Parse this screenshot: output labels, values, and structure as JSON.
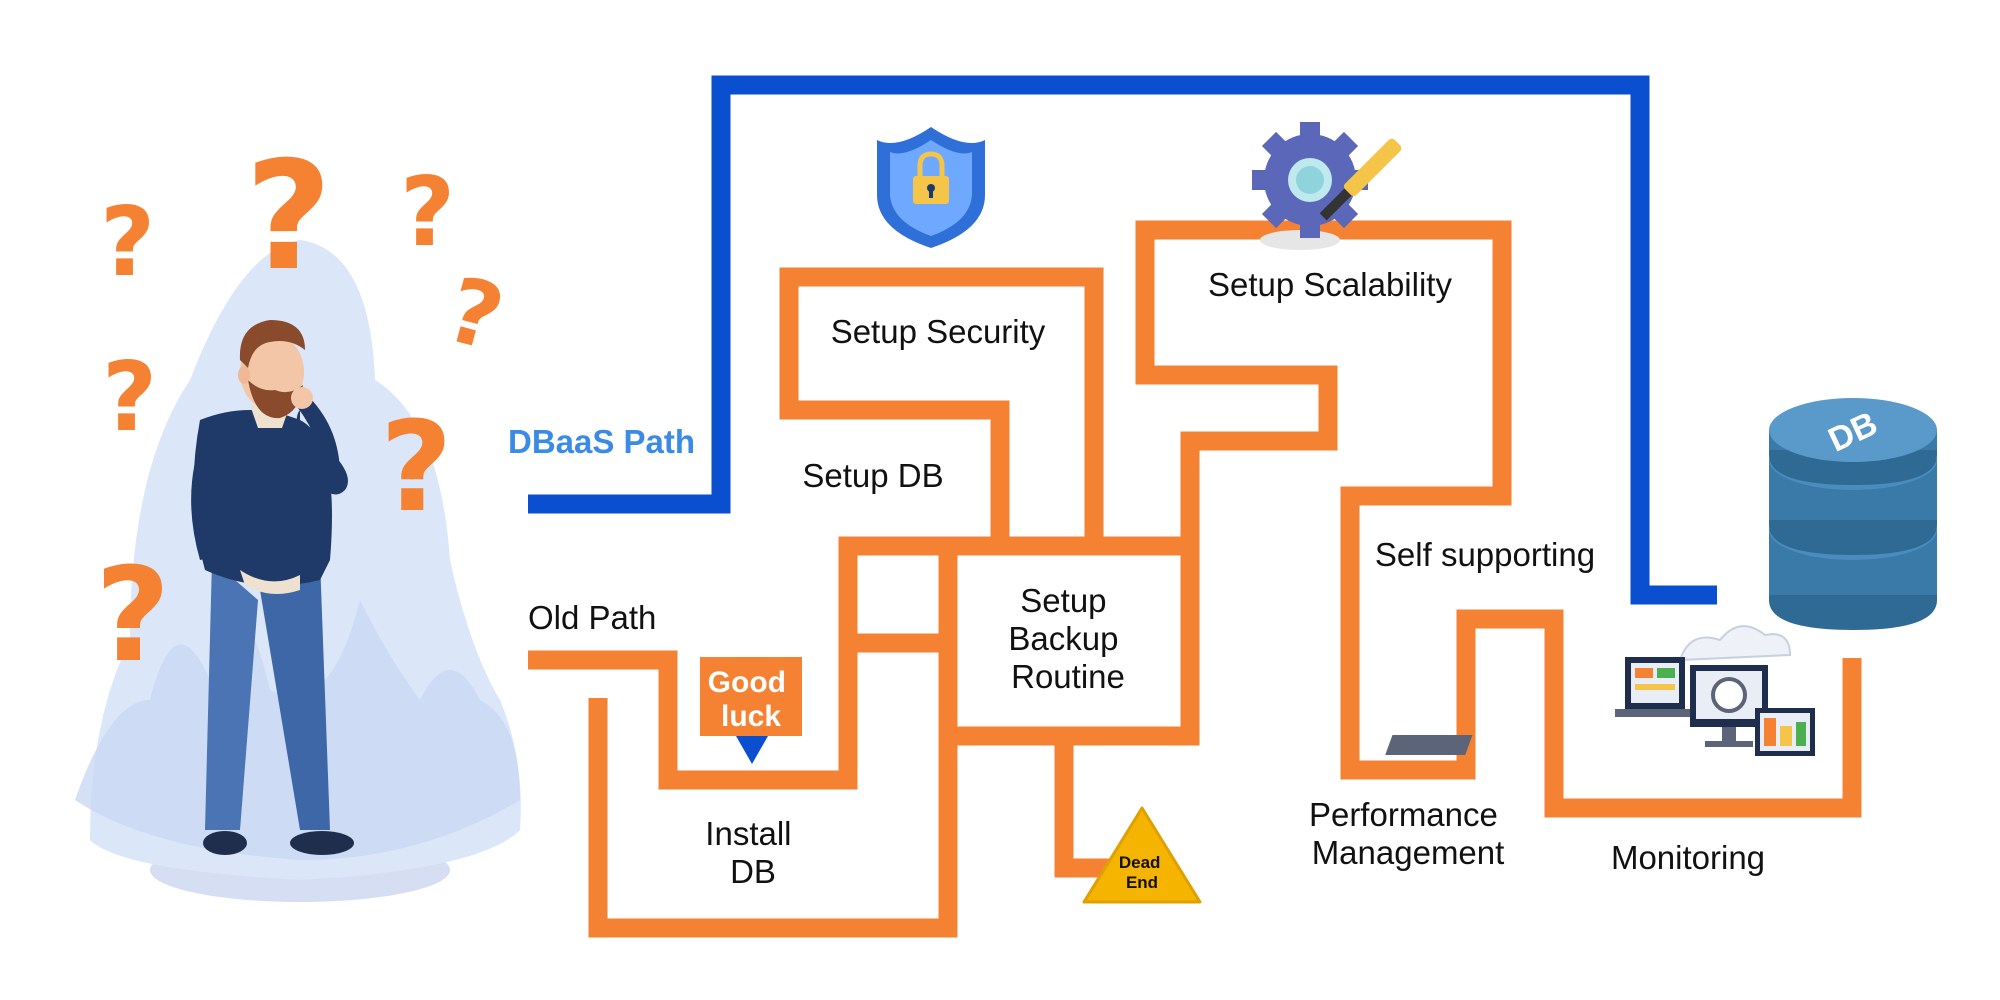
{
  "labels": {
    "dbaas_path": "DBaaS Path",
    "old_path": "Old Path",
    "setup_security": "Setup Security",
    "setup_scalability": "Setup Scalability",
    "setup_db": "Setup DB",
    "setup_backup": [
      "Setup",
      "Backup",
      "Routine"
    ],
    "install_db": [
      "Install",
      "DB"
    ],
    "self_supporting": "Self supporting",
    "performance_management": [
      "Performance",
      "Management"
    ],
    "monitoring": "Monitoring"
  },
  "badges": {
    "good_luck": [
      "Good",
      "luck"
    ],
    "dead_end": [
      "Dead",
      "End"
    ],
    "database": "DB"
  },
  "icons": {
    "security": "shield-lock-icon",
    "scalability": "gear-wrench-icon",
    "monitoring": "monitor-dashboard-icon",
    "database": "database-cylinder-icon",
    "person": "thinking-person-illustration",
    "question_marks": "question-mark-icon"
  },
  "colors": {
    "old_path": "#f58233",
    "dbaas_path": "#0a4fcf",
    "dbaas_label": "#3b8be6",
    "good_luck_badge": "#f58233",
    "good_luck_pointer": "#0a4fcf",
    "dead_end_sign": "#f5b400",
    "database": "#2f6a95"
  }
}
